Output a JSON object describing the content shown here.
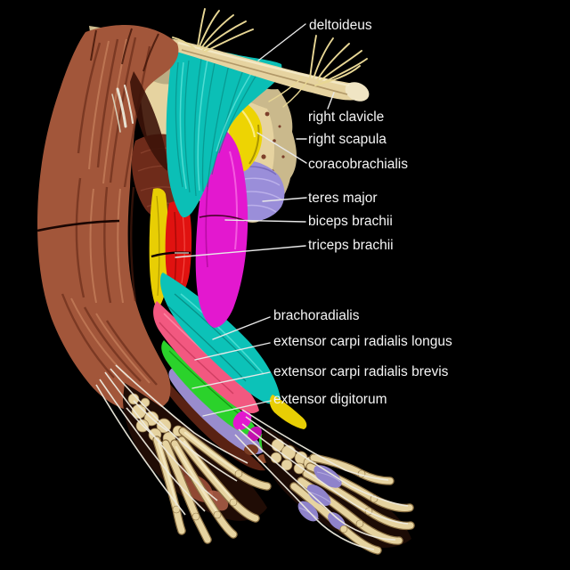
{
  "figure": {
    "title": "Right arm musculature, 3D reconstruction with color-coded muscles",
    "background": "#000000",
    "labels": [
      {
        "text": "deltoideus"
      },
      {
        "text": "right clavicle"
      },
      {
        "text": "right scapula"
      },
      {
        "text": "coracobrachialis"
      },
      {
        "text": "teres major"
      },
      {
        "text": "biceps brachii"
      },
      {
        "text": "triceps brachii"
      },
      {
        "text": "brachoradialis"
      },
      {
        "text": "extensor carpi radialis longus"
      },
      {
        "text": "extensor carpi radialis brevis"
      },
      {
        "text": "extensor digitorum"
      }
    ]
  },
  "colors": {
    "background": "#000000",
    "label_text": "#f5f5f5",
    "leader_line": "#e8e8e8",
    "deltoideus": "#0bbfb6",
    "coracobrachialis": "#edd403",
    "yellow_band": "#e8ce04",
    "biceps_brachii": "#e318cf",
    "triceps_brachii": "#e01210",
    "teres_major": "#9a8ed9",
    "brachoradialis": "#0cc2b8",
    "ecrl_pink": "#f25880",
    "ecrb_green": "#2bd22b",
    "extensor_digitorum": "#998ccd",
    "hand_muscle_purple": "#8f83cb",
    "bone": "#e6d3a0",
    "bone_shadow": "#8a6f42",
    "nerve": "#e8d795",
    "tendon": "#efece0",
    "left_arm": "#a2563a",
    "dark_muscle": "#6e2b1a"
  }
}
